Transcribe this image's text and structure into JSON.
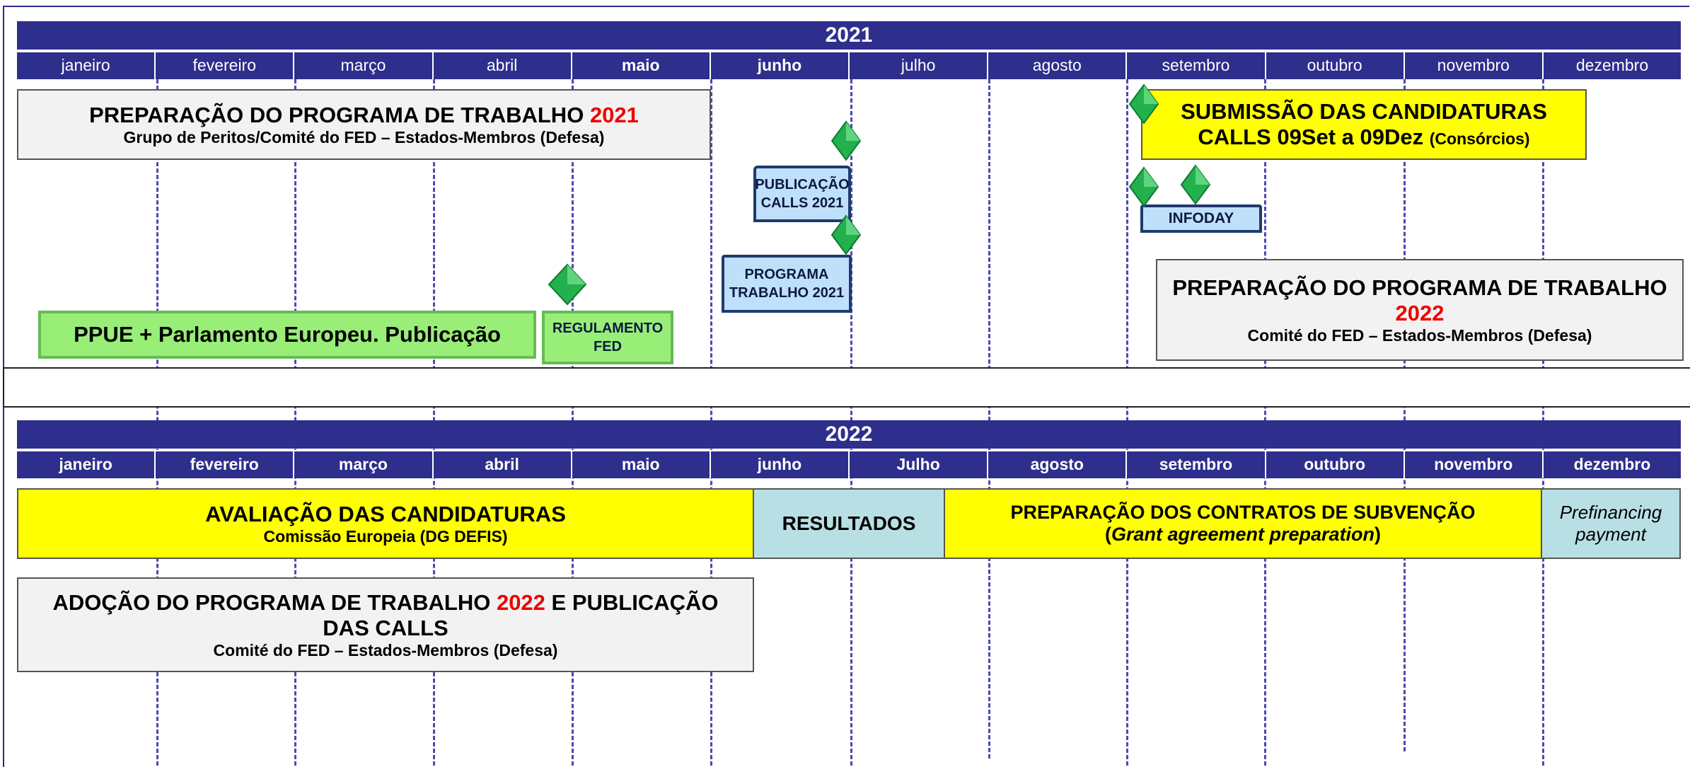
{
  "year1": {
    "label": "2021",
    "months": [
      "janeiro",
      "fevereiro",
      "março",
      "abril",
      "maio",
      "junho",
      "julho",
      "agosto",
      "setembro",
      "outubro",
      "novembro",
      "dezembro"
    ]
  },
  "year2": {
    "label": "2022",
    "months": [
      "janeiro",
      "fevereiro",
      "março",
      "abril",
      "maio",
      "junho",
      "Julho",
      "agosto",
      "setembro",
      "outubro",
      "novembro",
      "dezembro"
    ]
  },
  "prep2021": {
    "title": "PREPARAÇÃO DO PROGRAMA DE TRABALHO",
    "year": "2021",
    "subtitle": "Grupo de Peritos/Comité do FED – Estados-Membros (Defesa)"
  },
  "submissao": {
    "line1": "SUBMISSÃO DAS CANDIDATURAS",
    "line2": "CALLS 09Set a 09Dez",
    "line2_small": "(Consórcios)"
  },
  "publicacao": {
    "line1": "PUBLICAÇÃO",
    "line2": "CALLS 2021"
  },
  "programa": {
    "line1": "PROGRAMA",
    "line2": "TRABALHO 2021"
  },
  "infoday": "INFODAY",
  "prep2022": {
    "title": "PREPARAÇÃO DO PROGRAMA DE TRABALHO",
    "year": "2022",
    "subtitle": "Comité do FED – Estados-Membros (Defesa)"
  },
  "ppue": "PPUE + Parlamento Europeu. Publicação",
  "regulamento": {
    "line1": "REGULAMENTO",
    "line2": "FED"
  },
  "avaliacao": {
    "title": "AVALIAÇÃO DAS CANDIDATURAS",
    "subtitle": "Comissão Europeia (DG DEFIS)"
  },
  "resultados": "RESULTADOS",
  "contratos": {
    "title": "PREPARAÇÃO DOS CONTRATOS DE SUBVENÇÃO",
    "open": "(",
    "italic": "Grant agreement preparation",
    "close": ")"
  },
  "prefinancing": {
    "line1": "Prefinancing",
    "line2": "payment"
  },
  "adocao": {
    "title_a": "ADOÇÃO DO PROGRAMA DE TRABALHO",
    "year": "2022",
    "title_b": "E PUBLICAÇÃO",
    "title_c": "DAS CALLS",
    "subtitle": "Comité do FED – Estados-Membros (Defesa)"
  },
  "colors": {
    "header": "#2e2e8c",
    "highlight": "#ee0000",
    "yellow": "#ffff00",
    "teal": "#b8e0e4",
    "green": "#99ee77",
    "doc_blue": "#bfe0fb"
  }
}
